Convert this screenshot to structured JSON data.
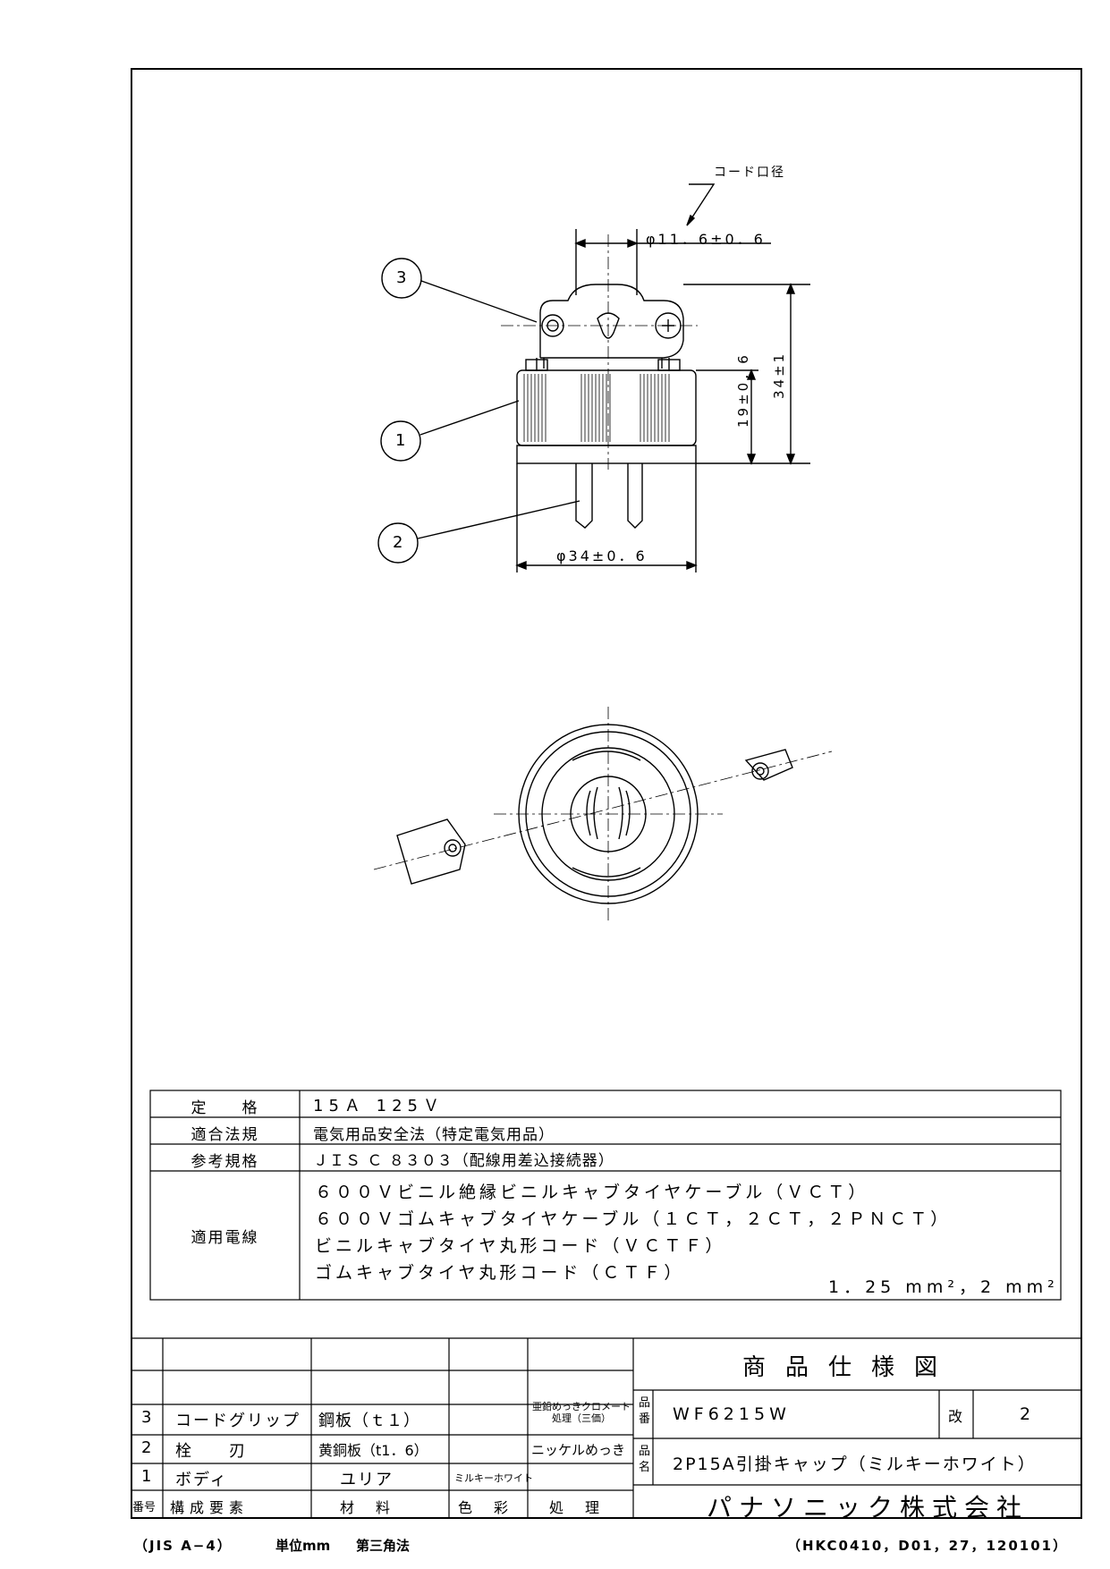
{
  "drawing": {
    "dim_cord_label": "コード口径",
    "dim_cord": "φ11．6±0．6",
    "dim_height_body": "19±0．6",
    "dim_height_total": "34±1",
    "dim_diameter": "φ34±0．6",
    "callouts": [
      "3",
      "1",
      "2"
    ]
  },
  "specs": {
    "rating_label": "定　　格",
    "rating_value": "15Ａ 125Ｖ",
    "law_label": "適合法規",
    "law_value": "電気用品安全法（特定電気用品）",
    "std_label": "参考規格",
    "std_value": "ＪＩＳ Ｃ ８３０３（配線用差込接続器）",
    "wire_label": "適用電線",
    "wire_lines": [
      "６００Ｖビニル絶縁ビニルキャブタイヤケーブル（ＶＣＴ）",
      "６００Ｖゴムキャブタイヤケーブル（１ＣＴ，２ＣＴ，２ＰＮＣＴ）",
      "ビニルキャブタイヤ丸形コード（ＶＣＴＦ）",
      "ゴムキャブタイヤ丸形コード（ＣＴＦ）"
    ],
    "wire_size": "1．25 mm²，2 mm²"
  },
  "parts": [
    {
      "no": "3",
      "name": "コードグリップ",
      "material": "鋼板（ｔ１）",
      "color": "",
      "finish": "亜鉛めっきクロメート処理（三価）"
    },
    {
      "no": "2",
      "name": "栓　　刃",
      "material": "黄銅板（t1．6）",
      "color": "",
      "finish": "ニッケルめっき"
    },
    {
      "no": "1",
      "name": "ボディ",
      "material": "ユリア",
      "color": "ミルキーホワイト",
      "finish": ""
    }
  ],
  "parts_header": {
    "no": "番号",
    "name": "構成要素",
    "material": "材　料",
    "color": "色　彩",
    "finish": "処　理"
  },
  "title_block": {
    "doc_title": "商品仕様図",
    "part_no_label": "品番",
    "part_no": "WF6215W",
    "rev_label": "改",
    "rev": "2",
    "name_label": "品名",
    "name": "2P15A引掛キャップ（ミルキーホワイト）",
    "company": "パナソニック株式会社"
  },
  "footer": {
    "left": "（JIS A−4）",
    "unit": "単位mm",
    "projection": "第三角法",
    "right": "（HKC0410，D01，27，120101）"
  },
  "colors": {
    "line": "#000000",
    "paper": "#ffffff"
  }
}
